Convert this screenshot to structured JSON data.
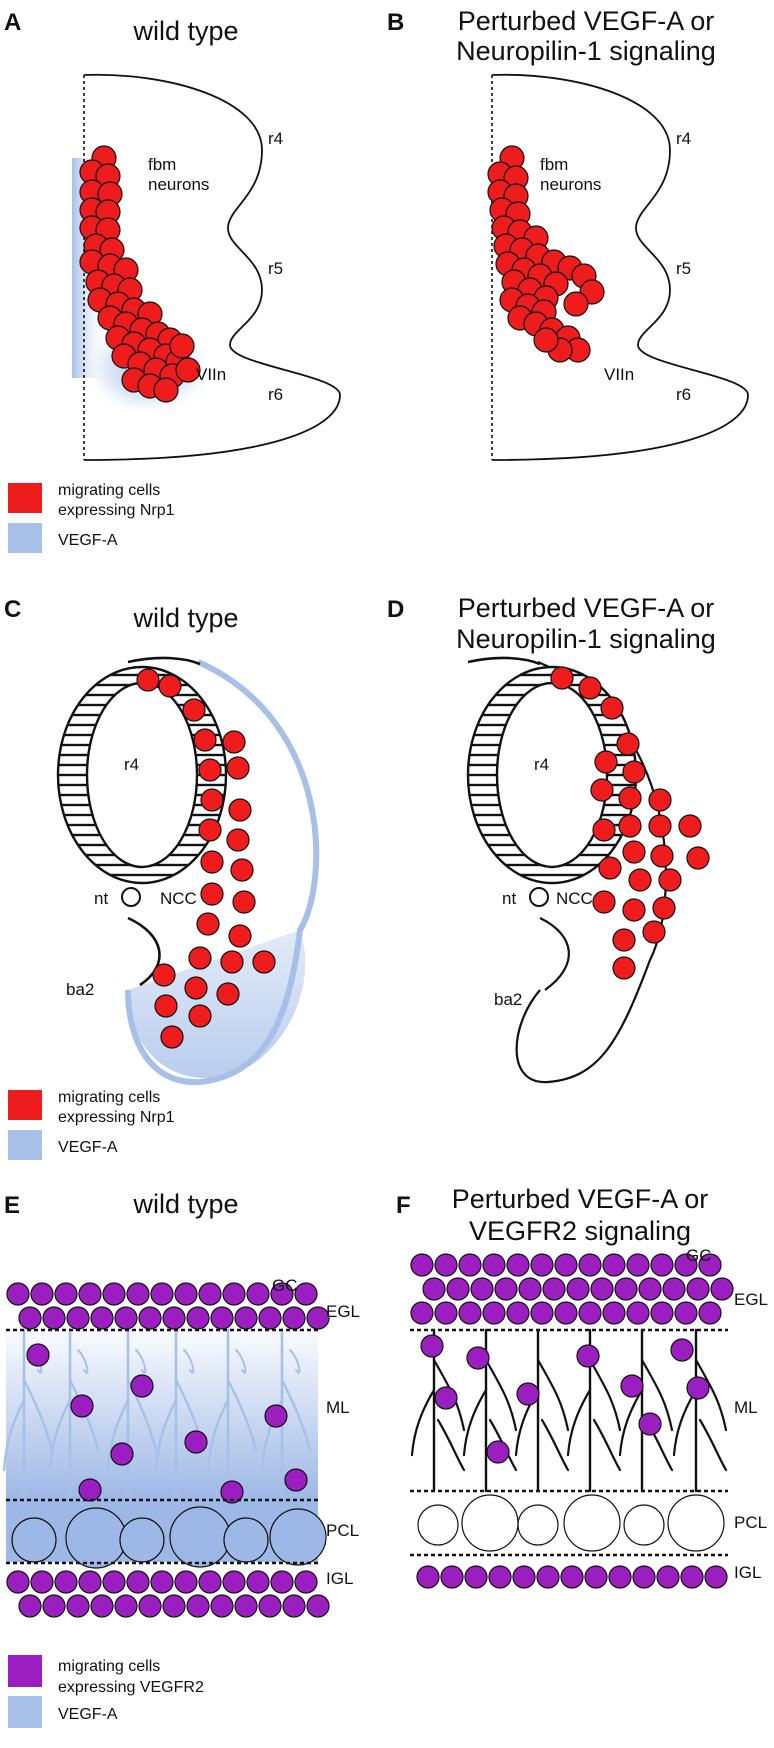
{
  "colors": {
    "nrp1_cells": "#ee1c1c",
    "vegfr2_cells": "#9b1fc0",
    "vegf_a": "#a7c0e8",
    "outline": "#111111"
  },
  "panels": {
    "A": {
      "letter": "A",
      "title": "wild type",
      "labels": {
        "fbm1": "fbm",
        "fbm2": "neurons",
        "r4": "r4",
        "r5": "r5",
        "r6": "r6",
        "viin": "VIIn"
      }
    },
    "B": {
      "letter": "B",
      "title_line1": "Perturbed VEGF-A or",
      "title_line2": "Neuropilin-1 signaling",
      "labels": {
        "fbm1": "fbm",
        "fbm2": "neurons",
        "r4": "r4",
        "r5": "r5",
        "r6": "r6",
        "viin": "VIIn"
      }
    },
    "C": {
      "letter": "C",
      "title": "wild type",
      "labels": {
        "r4": "r4",
        "nt": "nt",
        "ncc": "NCC",
        "ba2": "ba2"
      }
    },
    "D": {
      "letter": "D",
      "title_line1": "Perturbed VEGF-A or",
      "title_line2": "Neuropilin-1 signaling",
      "labels": {
        "r4": "r4",
        "nt": "nt",
        "ncc": "NCC",
        "ba2": "ba2"
      }
    },
    "E": {
      "letter": "E",
      "title": "wild type",
      "labels": {
        "gc": "GC",
        "egl": "EGL",
        "ml": "ML",
        "pcl": "PCL",
        "igl": "IGL"
      }
    },
    "F": {
      "letter": "F",
      "title_line1": "Perturbed VEGF-A or",
      "title_line2": "VEGFR2 signaling",
      "labels": {
        "gc": "GC",
        "egl": "EGL",
        "ml": "ML",
        "pcl": "PCL",
        "igl": "IGL"
      }
    }
  },
  "legends": {
    "ab": {
      "cells_line1": "migrating cells",
      "cells_line2": "expressing Nrp1",
      "vegf": "VEGF-A"
    },
    "cd": {
      "cells_line1": "migrating cells",
      "cells_line2": "expressing Nrp1",
      "vegf": "VEGF-A"
    },
    "ef": {
      "cells_line1": "migrating cells",
      "cells_line2": "expressing VEGFR2",
      "vegf": "VEGF-A"
    }
  }
}
